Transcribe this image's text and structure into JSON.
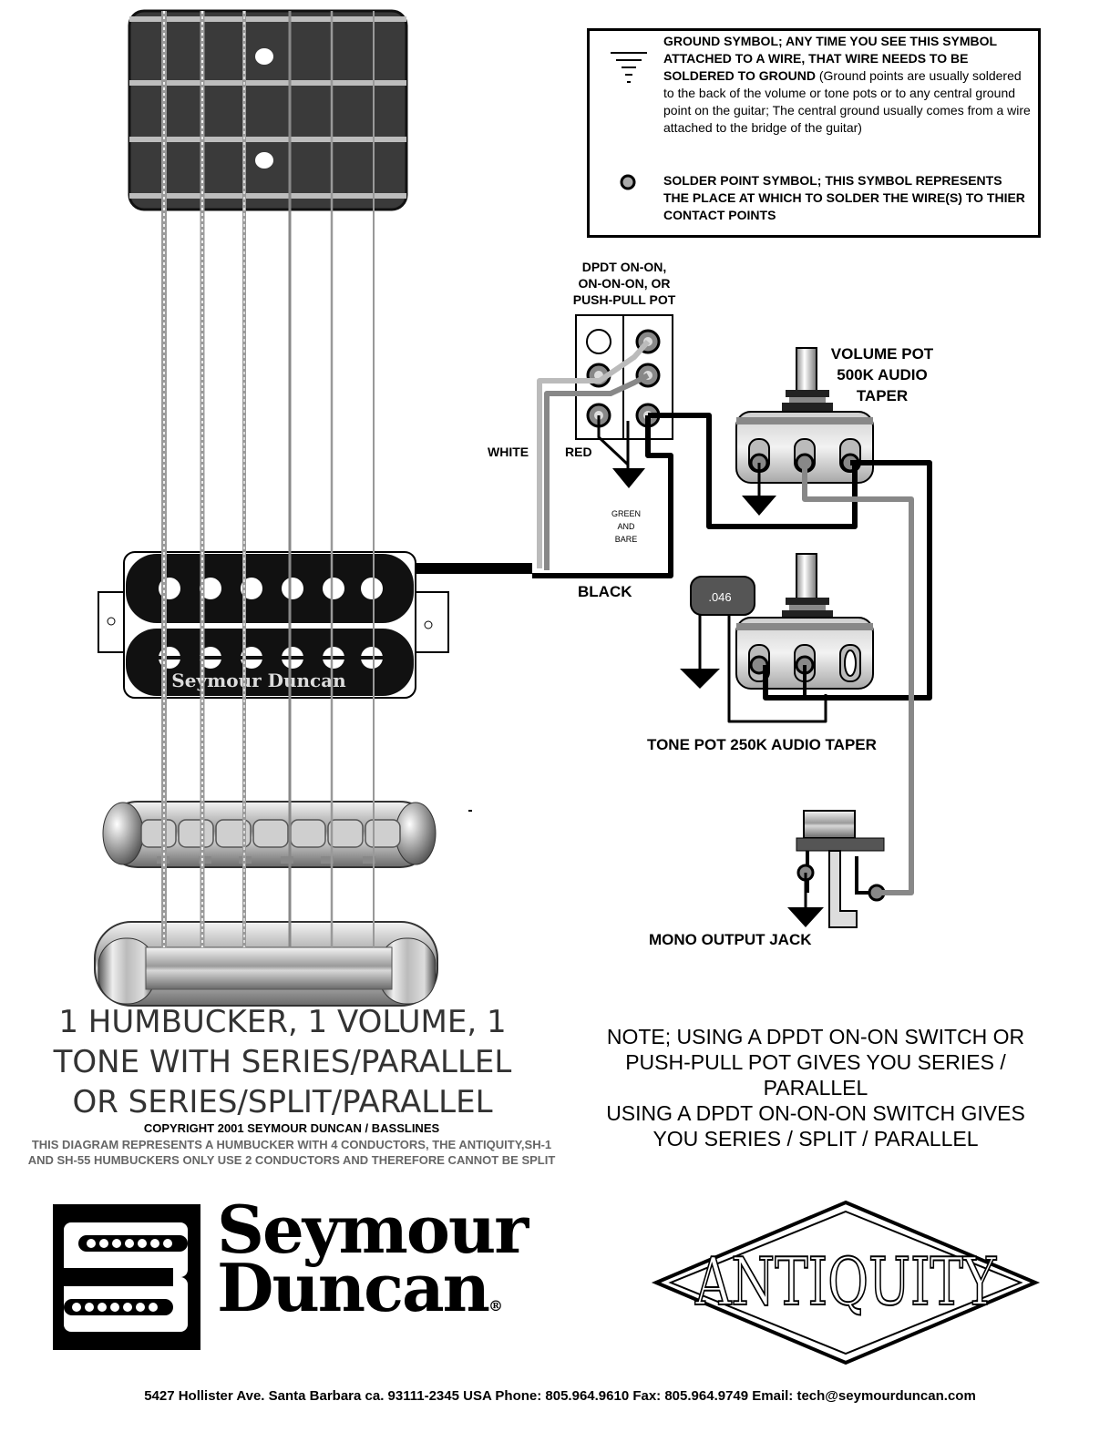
{
  "legend": {
    "ground_bold": "GROUND SYMBOL; ANY TIME YOU SEE THIS SYMBOL ATTACHED TO A WIRE, THAT WIRE NEEDS TO BE SOLDERED TO GROUND",
    "ground_note": "(Ground points are usually soldered to the back of the volume or tone pots or to any central ground point on the guitar; The central ground usually comes from a wire attached to the bridge of the guitar)",
    "solder_bold": "SOLDER POINT SYMBOL; THIS SYMBOL REPRESENTS THE PLACE AT WHICH TO SOLDER THE WIRE(S) TO THIER CONTACT POINTS"
  },
  "labels": {
    "switch": [
      "DPDT ON-ON,",
      "ON-ON-ON, OR",
      "PUSH-PULL POT"
    ],
    "volume": [
      "VOLUME POT",
      "500K AUDIO",
      "TAPER"
    ],
    "tone": "TONE POT 250K AUDIO TAPER",
    "jack": "MONO OUTPUT JACK",
    "white": "WHITE",
    "red": "RED",
    "green_bare": [
      "GREEN",
      "AND",
      "BARE"
    ],
    "black": "BLACK",
    "capacitor": ".046",
    "pickup_brand": "Seymour Duncan"
  },
  "title": [
    "1 HUMBUCKER, 1 VOLUME, 1",
    "TONE WITH SERIES/PARALLEL",
    "OR SERIES/SPLIT/PARALLEL"
  ],
  "copyright": "COPYRIGHT 2001 SEYMOUR DUNCAN / BASSLINES",
  "disclaimer": "THIS DIAGRAM REPRESENTS A HUMBUCKER WITH 4 CONDUCTORS, THE ANTIQUITY,SH-1 AND SH-55 HUMBUCKERS ONLY USE 2 CONDUCTORS AND THEREFORE CANNOT BE SPLIT",
  "note": [
    "NOTE; USING A DPDT ON-ON SWITCH OR",
    "PUSH-PULL POT GIVES YOU SERIES /",
    "PARALLEL",
    "USING A DPDT ON-ON-ON SWITCH GIVES",
    "YOU SERIES / SPLIT / PARALLEL"
  ],
  "logo": {
    "line1": "Seymour",
    "line2": "Duncan",
    "reg": "®",
    "antiquity": "ANTIQUITY"
  },
  "footer": "5427 Hollister Ave. Santa Barbara ca. 93111-2345 USA  Phone: 805.964.9610  Fax: 805.964.9749   Email: tech@seymourduncan.com"
}
